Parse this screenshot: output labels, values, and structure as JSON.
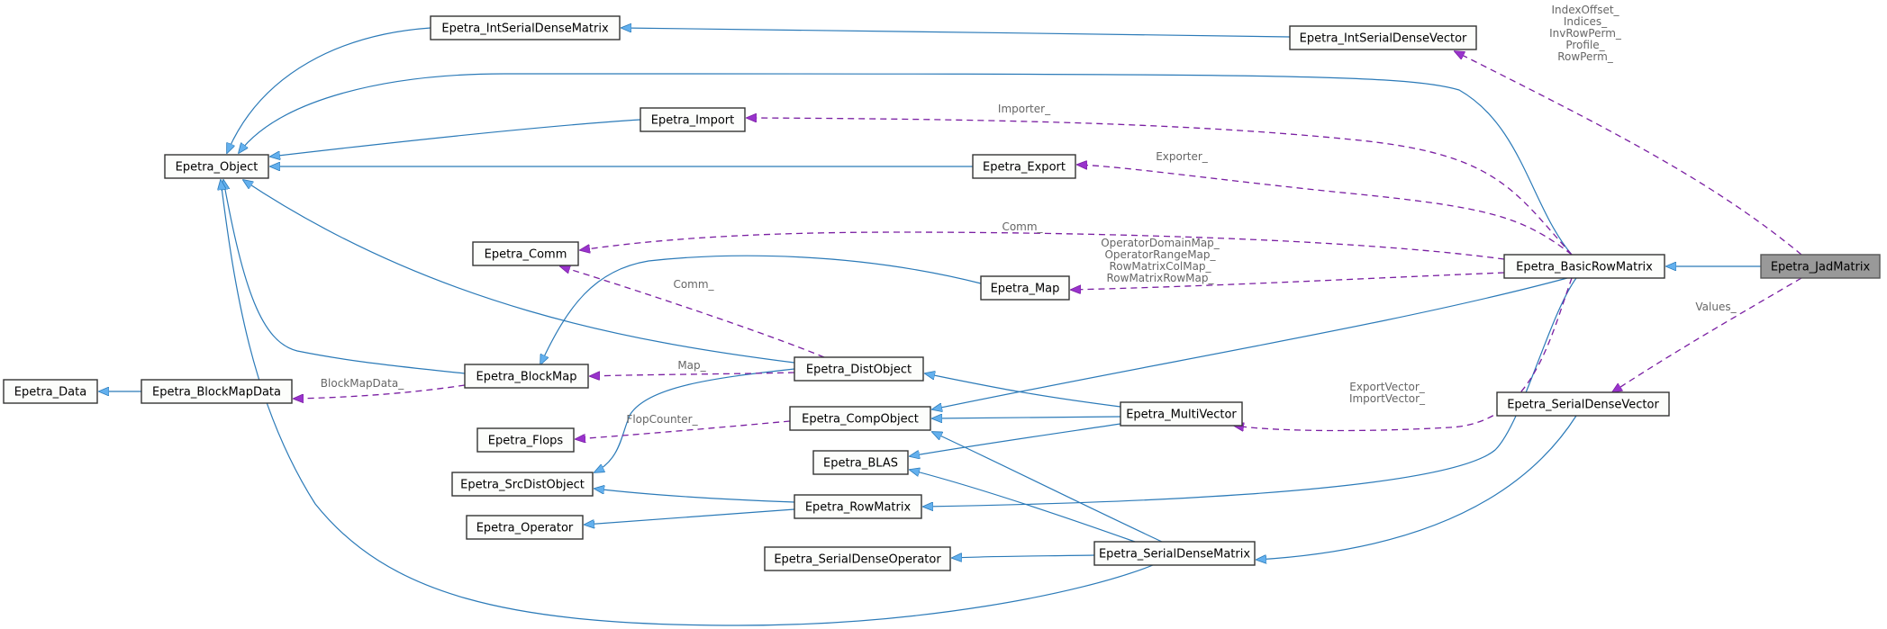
{
  "diagram": {
    "title": "Epetra_JadMatrix collaboration graph",
    "colors": {
      "inherit_edge": "#2b7ab8",
      "inherit_arrow": "#63b0ee",
      "member_edge": "#7a1fa2",
      "member_arrow": "#9933cc",
      "node_fill": "#fcfdfb",
      "highlight_fill": "#999999"
    },
    "nodes": [
      {
        "id": "Epetra_JadMatrix",
        "label": "Epetra_JadMatrix",
        "highlight": true
      },
      {
        "id": "Epetra_BasicRowMatrix",
        "label": "Epetra_BasicRowMatrix"
      },
      {
        "id": "Epetra_IntSerialDenseVector",
        "label": "Epetra_IntSerialDenseVector"
      },
      {
        "id": "Epetra_IntSerialDenseMatrix",
        "label": "Epetra_IntSerialDenseMatrix"
      },
      {
        "id": "Epetra_Object",
        "label": "Epetra_Object"
      },
      {
        "id": "Epetra_Import",
        "label": "Epetra_Import"
      },
      {
        "id": "Epetra_Export",
        "label": "Epetra_Export"
      },
      {
        "id": "Epetra_Comm",
        "label": "Epetra_Comm"
      },
      {
        "id": "Epetra_Map",
        "label": "Epetra_Map"
      },
      {
        "id": "Epetra_BlockMap",
        "label": "Epetra_BlockMap"
      },
      {
        "id": "Epetra_DistObject",
        "label": "Epetra_DistObject"
      },
      {
        "id": "Epetra_Data",
        "label": "Epetra_Data"
      },
      {
        "id": "Epetra_BlockMapData",
        "label": "Epetra_BlockMapData"
      },
      {
        "id": "Epetra_Flops",
        "label": "Epetra_Flops"
      },
      {
        "id": "Epetra_CompObject",
        "label": "Epetra_CompObject"
      },
      {
        "id": "Epetra_MultiVector",
        "label": "Epetra_MultiVector"
      },
      {
        "id": "Epetra_BLAS",
        "label": "Epetra_BLAS"
      },
      {
        "id": "Epetra_SrcDistObject",
        "label": "Epetra_SrcDistObject"
      },
      {
        "id": "Epetra_RowMatrix",
        "label": "Epetra_RowMatrix"
      },
      {
        "id": "Epetra_Operator",
        "label": "Epetra_Operator"
      },
      {
        "id": "Epetra_SerialDenseOperator",
        "label": "Epetra_SerialDenseOperator"
      },
      {
        "id": "Epetra_SerialDenseMatrix",
        "label": "Epetra_SerialDenseMatrix"
      },
      {
        "id": "Epetra_SerialDenseVector",
        "label": "Epetra_SerialDenseVector"
      }
    ],
    "inheritance_edges": [
      {
        "from": "Epetra_JadMatrix",
        "to": "Epetra_BasicRowMatrix"
      },
      {
        "from": "Epetra_IntSerialDenseVector",
        "to": "Epetra_IntSerialDenseMatrix"
      },
      {
        "from": "Epetra_IntSerialDenseMatrix",
        "to": "Epetra_Object"
      },
      {
        "from": "Epetra_BasicRowMatrix",
        "to": "Epetra_Object"
      },
      {
        "from": "Epetra_Import",
        "to": "Epetra_Object"
      },
      {
        "from": "Epetra_Export",
        "to": "Epetra_Object"
      },
      {
        "from": "Epetra_DistObject",
        "to": "Epetra_Object"
      },
      {
        "from": "Epetra_BlockMap",
        "to": "Epetra_Object"
      },
      {
        "from": "Epetra_SerialDenseMatrix",
        "to": "Epetra_Object"
      },
      {
        "from": "Epetra_Map",
        "to": "Epetra_BlockMap"
      },
      {
        "from": "Epetra_BlockMapData",
        "to": "Epetra_Data"
      },
      {
        "from": "Epetra_MultiVector",
        "to": "Epetra_DistObject"
      },
      {
        "from": "Epetra_MultiVector",
        "to": "Epetra_CompObject"
      },
      {
        "from": "Epetra_MultiVector",
        "to": "Epetra_BLAS"
      },
      {
        "from": "Epetra_BasicRowMatrix",
        "to": "Epetra_CompObject"
      },
      {
        "from": "Epetra_BasicRowMatrix",
        "to": "Epetra_RowMatrix"
      },
      {
        "from": "Epetra_DistObject",
        "to": "Epetra_SrcDistObject"
      },
      {
        "from": "Epetra_RowMatrix",
        "to": "Epetra_SrcDistObject"
      },
      {
        "from": "Epetra_RowMatrix",
        "to": "Epetra_Operator"
      },
      {
        "from": "Epetra_SerialDenseMatrix",
        "to": "Epetra_CompObject"
      },
      {
        "from": "Epetra_SerialDenseMatrix",
        "to": "Epetra_BLAS"
      },
      {
        "from": "Epetra_SerialDenseMatrix",
        "to": "Epetra_SerialDenseOperator"
      },
      {
        "from": "Epetra_SerialDenseVector",
        "to": "Epetra_SerialDenseMatrix"
      }
    ],
    "member_edges": [
      {
        "from": "Epetra_JadMatrix",
        "to": "Epetra_IntSerialDenseVector",
        "label": "IndexOffset_\nIndices_\nInvRowPerm_\nProfile_\nRowPerm_"
      },
      {
        "from": "Epetra_JadMatrix",
        "to": "Epetra_SerialDenseVector",
        "label": "Values_"
      },
      {
        "from": "Epetra_BasicRowMatrix",
        "to": "Epetra_Import",
        "label": "Importer_"
      },
      {
        "from": "Epetra_BasicRowMatrix",
        "to": "Epetra_Export",
        "label": "Exporter_"
      },
      {
        "from": "Epetra_BasicRowMatrix",
        "to": "Epetra_Comm",
        "label": "Comm_"
      },
      {
        "from": "Epetra_BasicRowMatrix",
        "to": "Epetra_Map",
        "label": "OperatorDomainMap_\nOperatorRangeMap_\nRowMatrixColMap_\nRowMatrixRowMap_"
      },
      {
        "from": "Epetra_BasicRowMatrix",
        "to": "Epetra_MultiVector",
        "label": "ExportVector_\nImportVector_"
      },
      {
        "from": "Epetra_DistObject",
        "to": "Epetra_Comm",
        "label": "Comm_"
      },
      {
        "from": "Epetra_DistObject",
        "to": "Epetra_BlockMap",
        "label": "Map_"
      },
      {
        "from": "Epetra_BlockMap",
        "to": "Epetra_BlockMapData",
        "label": "BlockMapData_"
      },
      {
        "from": "Epetra_CompObject",
        "to": "Epetra_Flops",
        "label": "FlopCounter_"
      }
    ]
  }
}
